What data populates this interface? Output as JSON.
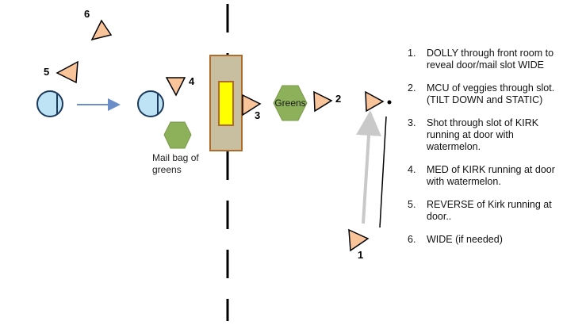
{
  "diagram": {
    "cameras": [
      {
        "id": "1",
        "label": "1"
      },
      {
        "id": "2",
        "label": "2"
      },
      {
        "id": "3",
        "label": "3"
      },
      {
        "id": "4",
        "label": "4"
      },
      {
        "id": "5",
        "label": "5"
      },
      {
        "id": "6",
        "label": "6"
      }
    ],
    "greens_label": "Greens",
    "mail_bag_label": "Mail bag of greens",
    "colors": {
      "camera_fill": "#f9c49a",
      "actor_fill": "#bde3f5",
      "hexagon_fill": "#8db15a",
      "door_fill": "#c8bfa0",
      "door_stroke": "#b06a2a",
      "slot_fill": "#ffff00",
      "dolly_arrow": "#6b8ec9",
      "path_arrow": "#c9c9c9"
    }
  },
  "shot_list": [
    {
      "num": "1.",
      "text": "DOLLY through front room to reveal door/mail slot WIDE"
    },
    {
      "num": "2.",
      "text": "MCU of veggies through slot.  (TILT DOWN and STATIC)"
    },
    {
      "num": "3.",
      "text": "Shot through slot of KIRK running at door with watermelon."
    },
    {
      "num": "4.",
      "text": "MED of KIRK running at door with watermelon."
    },
    {
      "num": "5.",
      "text": "REVERSE of Kirk running at door.."
    },
    {
      "num": "6.",
      "text": "WIDE (if needed)"
    }
  ]
}
